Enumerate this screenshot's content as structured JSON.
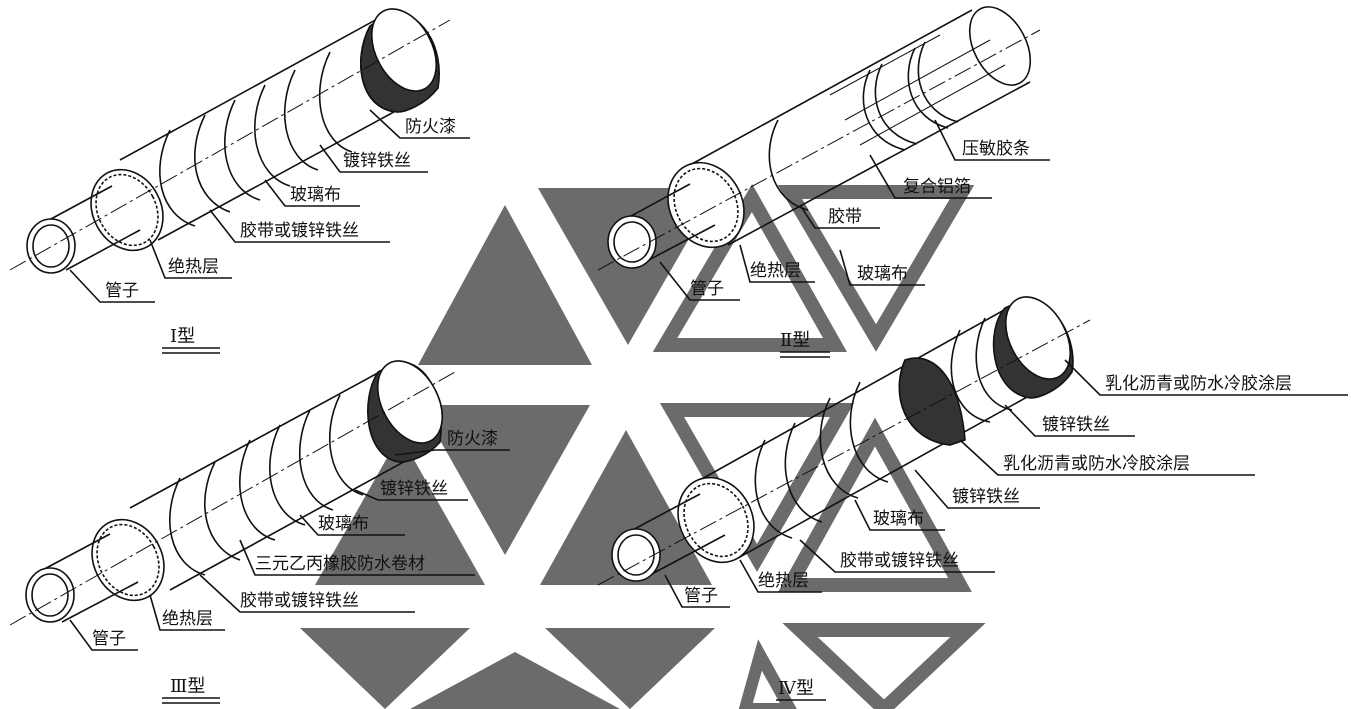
{
  "figure": {
    "type_I": {
      "title": "Ⅰ型",
      "labels": {
        "fire_paint": "防火漆",
        "galv_wire": "镀锌铁丝",
        "glass_cloth": "玻璃布",
        "tape_or_wire": "胶带或镀锌铁丝",
        "insulation": "绝热层",
        "pipe": "管子"
      }
    },
    "type_II": {
      "title": "Ⅱ型",
      "labels": {
        "pressure_strip": "压敏胶条",
        "alu_foil": "复合铝箔",
        "tape": "胶带",
        "glass_cloth": "玻璃布",
        "insulation": "绝热层",
        "pipe": "管子"
      }
    },
    "type_III": {
      "title": "Ⅲ型",
      "labels": {
        "fire_paint": "防火漆",
        "galv_wire": "镀锌铁丝",
        "glass_cloth": "玻璃布",
        "epdm": "三元乙丙橡胶防水卷材",
        "tape_or_wire": "胶带或镀锌铁丝",
        "insulation": "绝热层",
        "pipe": "管子"
      }
    },
    "type_IV": {
      "title": "Ⅳ型",
      "labels": {
        "asphalt_outer": "乳化沥青或防水冷胶涂层",
        "galv_wire_outer": "镀锌铁丝",
        "asphalt_inner": "乳化沥青或防水冷胶涂层",
        "galv_wire_inner": "镀锌铁丝",
        "glass_cloth": "玻璃布",
        "tape_or_wire": "胶带或镀锌铁丝",
        "insulation": "绝热层",
        "pipe": "管子"
      }
    }
  }
}
